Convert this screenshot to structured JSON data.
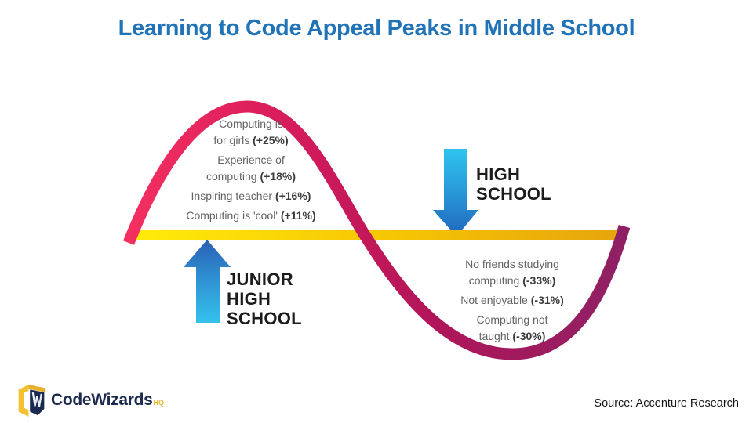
{
  "title": "Learning to Code Appeal Peaks in Middle School",
  "chart_data": {
    "type": "line",
    "shape": "single sine-wave cycle crossing a yellow baseline (appeal above baseline in junior high, below in high school)",
    "title": "Learning to Code Appeal Peaks in Middle School",
    "x_stages": [
      "Junior High School",
      "High School"
    ],
    "appeal_trend": [
      "peak above baseline",
      "trough below baseline"
    ],
    "peak": {
      "stage_label": "JUNIOR\nHIGH\nSCHOOL",
      "arrow_direction": "up",
      "factors": [
        {
          "line1": "Computing is",
          "line2": "for girls",
          "value": "(+25%)",
          "numeric": 25
        },
        {
          "line1": "Experience of",
          "line2": "computing",
          "value": "(+18%)",
          "numeric": 18
        },
        {
          "line1": "Inspiring teacher",
          "value": "(+16%)",
          "numeric": 16
        },
        {
          "line1": "Computing is 'cool'",
          "value": "(+11%)",
          "numeric": 11
        }
      ]
    },
    "trough": {
      "stage_label": "HIGH\nSCHOOL",
      "arrow_direction": "down",
      "factors": [
        {
          "line1": "No friends studying",
          "line2": "computing",
          "value": "(-33%)",
          "numeric": -33
        },
        {
          "line1": "Not enjoyable",
          "value": "(-31%)",
          "numeric": -31
        },
        {
          "line1": "Computing not",
          "line2": "taught",
          "value": "(-30%)",
          "numeric": -30
        }
      ]
    },
    "legend_position": "none",
    "grid": false
  },
  "footer": {
    "logo_text": "CodeWizards",
    "logo_suffix": "HQ",
    "source": "Source: Accenture Research"
  },
  "colors": {
    "title_blue": "#2173B8",
    "wave_start_pink": "#F43060",
    "wave_end_purple": "#8E2164",
    "baseline_yellow": "#FFEC0A",
    "baseline_gold": "#E6A50C",
    "arrow_cyan": "#35C2EC",
    "arrow_blue": "#2A5FB4",
    "logo_navy": "#1B2A4E",
    "logo_gold": "#EDB52F"
  }
}
